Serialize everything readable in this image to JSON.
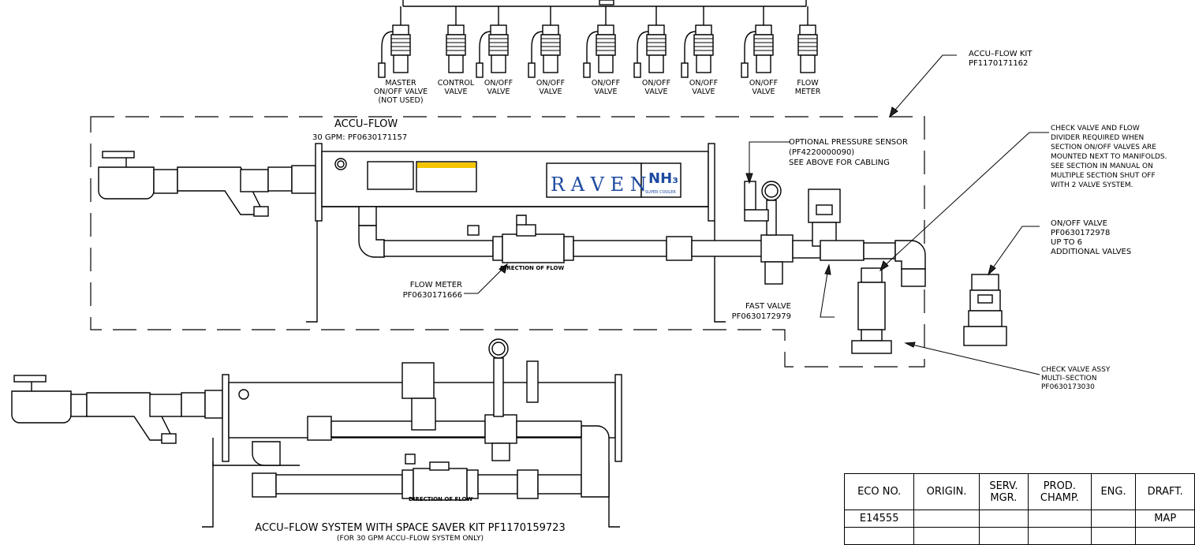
{
  "connectors": [
    {
      "l1": "MASTER",
      "l2": "ON/OFF VALVE",
      "l3": "(NOT USED)"
    },
    {
      "l1": "CONTROL",
      "l2": "VALVE",
      "l3": ""
    },
    {
      "l1": "ON/OFF",
      "l2": "VALVE",
      "l3": ""
    },
    {
      "l1": "ON/OFF",
      "l2": "VALVE",
      "l3": ""
    },
    {
      "l1": "ON/OFF",
      "l2": "VALVE",
      "l3": ""
    },
    {
      "l1": "ON/OFF",
      "l2": "VALVE",
      "l3": ""
    },
    {
      "l1": "ON/OFF",
      "l2": "VALVE",
      "l3": ""
    },
    {
      "l1": "ON/OFF",
      "l2": "VALVE",
      "l3": ""
    },
    {
      "l1": "FLOW",
      "l2": "METER",
      "l3": ""
    }
  ],
  "kit_label": {
    "l1": "ACCU–FLOW KIT",
    "l2": "PF1170171162"
  },
  "accu_flow": {
    "title": "ACCU–FLOW",
    "sub": "30 GPM: PF0630171157"
  },
  "logo": {
    "raven": "R A V E N",
    "nh3": "NH₃",
    "cooler": "SUPER COOLER"
  },
  "pressure_sensor": {
    "l1": "OPTIONAL PRESSURE SENSOR",
    "l2": "(PF4220000090)",
    "l3": "SEE ABOVE FOR CABLING"
  },
  "check_note": [
    "CHECK VALVE AND FLOW",
    "DIVIDER REQUIRED WHEN",
    "SECTION ON/OFF VALVES ARE",
    "MOUNTED NEXT TO MANIFOLDS.",
    "SEE SECTION IN MANUAL ON",
    "MULTIPLE SECTION SHUT OFF",
    "WITH 2 VALVE SYSTEM."
  ],
  "onoff_valve": [
    "ON/OFF VALVE",
    "PF0630172978",
    "UP TO 6",
    "ADDITIONAL VALVES"
  ],
  "flow_meter": {
    "l1": "FLOW METER",
    "l2": "PF0630171666"
  },
  "direction": "DIRECTION OF FLOW",
  "fast_valve": {
    "l1": "FAST VALVE",
    "l2": "PF0630172979"
  },
  "check_assy": [
    "CHECK VALVE ASSY",
    "MULTI–SECTION",
    "PF0630173030"
  ],
  "space_saver": {
    "l1": "ACCU–FLOW SYSTEM WITH SPACE SAVER KIT PF1170159723",
    "l2": "(FOR 30 GPM ACCU–FLOW SYSTEM ONLY)"
  },
  "table": {
    "headers": [
      [
        "ECO NO.",
        ""
      ],
      [
        "ORIGIN.",
        ""
      ],
      [
        "SERV.",
        "MGR."
      ],
      [
        "PROD.",
        "CHAMP."
      ],
      [
        "ENG.",
        ""
      ],
      [
        "DRAFT.",
        ""
      ]
    ],
    "row1": [
      "E14555",
      "",
      "",
      "",
      "",
      "MAP"
    ]
  }
}
